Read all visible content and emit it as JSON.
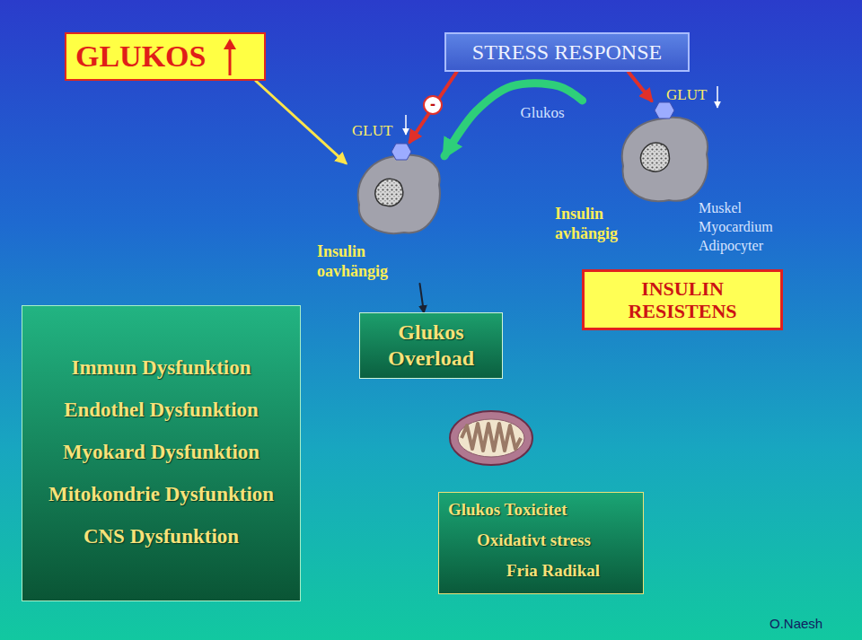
{
  "diagram": {
    "nodes": [
      {
        "text": [
          "GLUKOS"
        ]
      },
      {
        "text": [
          "STRESS RESPONSE"
        ]
      },
      {
        "text": [
          "Insulin oavhängig"
        ]
      },
      {
        "text": [
          "Insulin avhängig"
        ]
      },
      {
        "text": [
          "INSULIN RESISTENS"
        ]
      },
      {
        "text": [
          "Immun Dysfunktion",
          "Endothel Dysfunktion",
          "Myokard Dysfunktion",
          "Mitokondrie Dysfunktion",
          "CNS Dysfunktion"
        ]
      },
      {
        "text": [
          "Glukos Overload"
        ]
      },
      {
        "text": [
          "Glukos Toxicitet",
          "Oxidativt stress",
          "Fria Radikal"
        ]
      }
    ],
    "edges": [
      {
        "from": 0,
        "to": 2,
        "arrow": "to"
      },
      {
        "from": 1,
        "to": 2,
        "label": "-",
        "arrow": "to"
      },
      {
        "from": 1,
        "to": 3,
        "arrow": "to"
      },
      {
        "from": 3,
        "to": 2,
        "label": "Glukos",
        "arrow": "to"
      },
      {
        "from": 2,
        "to": 6,
        "arrow": "to"
      }
    ],
    "labels": [
      "GLUT",
      "GLUT",
      "Muskel Myocardium Adipocyter",
      "O.Naesh"
    ]
  }
}
